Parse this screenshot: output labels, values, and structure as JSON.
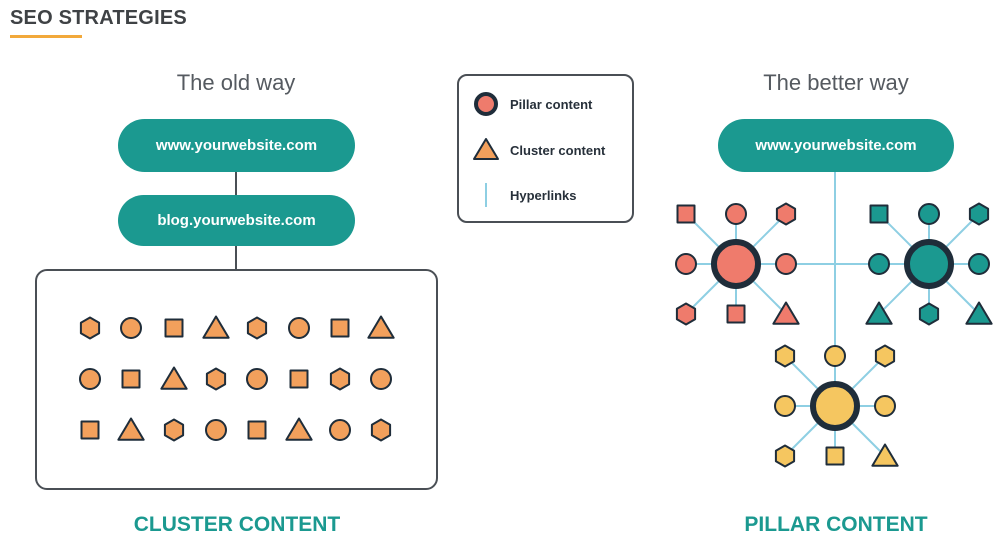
{
  "header": {
    "title": "SEO STRATEGIES"
  },
  "old_way": {
    "subtitle": "The old way",
    "top_pill": "www.yourwebsite.com",
    "second_pill": "blog.yourwebsite.com",
    "caption": "CLUSTER CONTENT",
    "grid": [
      [
        "hexagon",
        "circle",
        "square",
        "triangle",
        "hexagon",
        "circle",
        "square",
        "triangle"
      ],
      [
        "circle",
        "square",
        "triangle",
        "hexagon",
        "circle",
        "square",
        "hexagon",
        "circle"
      ],
      [
        "square",
        "triangle",
        "hexagon",
        "circle",
        "square",
        "triangle",
        "circle",
        "hexagon"
      ]
    ]
  },
  "legend": {
    "items": [
      {
        "label": "Pillar content",
        "icon": "pillar-circle-icon"
      },
      {
        "label": "Cluster content",
        "icon": "triangle-icon"
      },
      {
        "label": "Hyperlinks",
        "icon": "hyperlink-line-icon"
      }
    ]
  },
  "better_way": {
    "subtitle": "The better way",
    "top_pill": "www.yourwebsite.com",
    "caption": "PILLAR CONTENT",
    "clusters": [
      {
        "name": "red",
        "color": "#ef7b6c",
        "shapes": [
          "square",
          "circle",
          "hexagon",
          "circle",
          "circle",
          "hexagon",
          "square",
          "triangle"
        ]
      },
      {
        "name": "teal",
        "color": "#1b9990",
        "shapes": [
          "square",
          "circle",
          "hexagon",
          "circle",
          "circle",
          "triangle",
          "hexagon",
          "triangle"
        ]
      },
      {
        "name": "yellow",
        "color": "#f5c660",
        "shapes": [
          "hexagon",
          "circle",
          "hexagon",
          "circle",
          "circle",
          "hexagon",
          "square",
          "triangle"
        ]
      }
    ]
  },
  "colors": {
    "teal": "#1b9990",
    "orange": "#f2a05c",
    "red": "#ef7b6c",
    "yellow": "#f5c660",
    "dark": "#1f2d3a",
    "link": "#8ecfe3",
    "accent": "#f2a93b"
  }
}
